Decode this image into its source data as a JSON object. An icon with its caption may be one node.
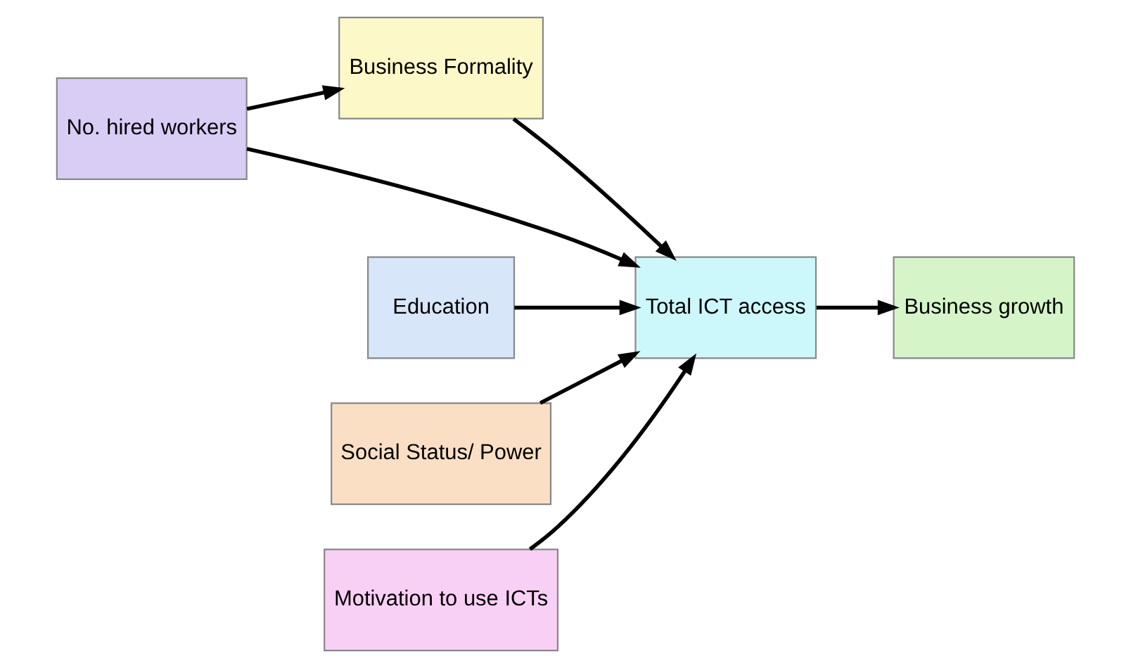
{
  "diagram": {
    "nodes": [
      {
        "text": [
          "No. hired workers"
        ]
      },
      {
        "text": [
          "Business Formality"
        ]
      },
      {
        "text": [
          "Total ICT access"
        ]
      },
      {
        "text": [
          "Business growth"
        ]
      },
      {
        "text": [
          "Education"
        ]
      },
      {
        "text": [
          "Social Status/ Power"
        ]
      },
      {
        "text": [
          "Motivation to use ICTs"
        ]
      }
    ],
    "edges": [
      {
        "from": 0,
        "to": 1,
        "arrow": "to"
      },
      {
        "from": 1,
        "to": 2,
        "arrow": "to"
      },
      {
        "from": 0,
        "to": 2,
        "arrow": "to"
      },
      {
        "from": 4,
        "to": 2,
        "arrow": "to"
      },
      {
        "from": 5,
        "to": 2,
        "arrow": "to"
      },
      {
        "from": 6,
        "to": 2,
        "arrow": "to"
      },
      {
        "from": 2,
        "to": 3,
        "arrow": "to"
      }
    ]
  }
}
